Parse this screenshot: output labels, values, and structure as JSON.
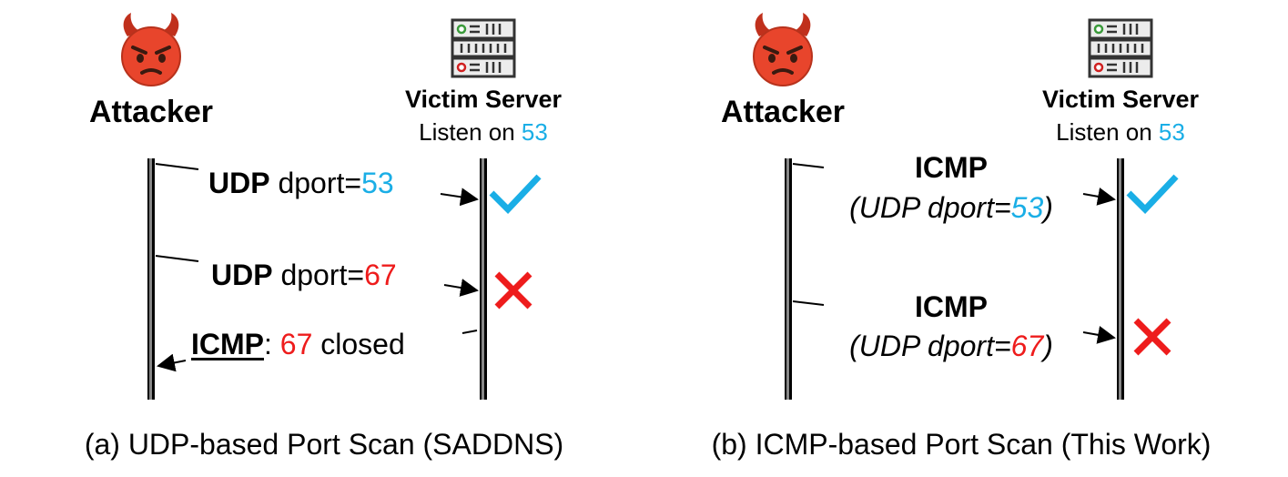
{
  "panels": [
    {
      "attacker_label": "Attacker",
      "server_label": "Victim Server",
      "listen_prefix": "Listen on",
      "listen_port": "53",
      "msg1": {
        "proto": "UDP",
        "field": "dport=",
        "port": "53"
      },
      "msg2": {
        "proto": "UDP",
        "field": "dport=",
        "port": "67"
      },
      "reply": {
        "proto": "ICMP",
        "sep": ":",
        "port": "67",
        "suffix": "closed"
      },
      "caption": "(a) UDP-based Port Scan (SADDNS)"
    },
    {
      "attacker_label": "Attacker",
      "server_label": "Victim Server",
      "listen_prefix": "Listen on",
      "listen_port": "53",
      "msg1": {
        "proto": "ICMP",
        "inner_open": "(UDP dport=",
        "port": "53",
        "inner_close": ")"
      },
      "msg2": {
        "proto": "ICMP",
        "inner_open": "(UDP dport=",
        "port": "67",
        "inner_close": ")"
      },
      "caption": "(b) ICMP-based Port Scan (This Work)"
    }
  ],
  "colors": {
    "open_port": "#1aaee6",
    "closed_port": "#ee1c1c",
    "devil": "#e8452c",
    "check": "#1aaee6",
    "cross": "#ee1c1c"
  },
  "icons": {
    "attacker": "devil-face-icon",
    "server": "server-rack-icon",
    "open": "checkmark-icon",
    "closed": "cross-icon"
  }
}
